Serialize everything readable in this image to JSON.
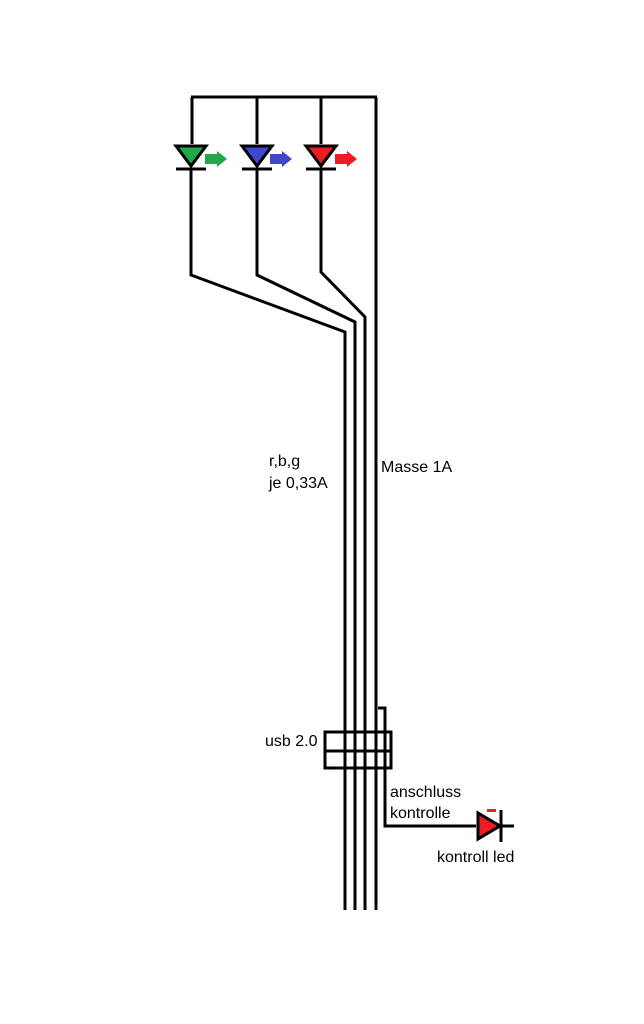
{
  "labels": {
    "rbg_line1": "r,b,g",
    "rbg_line2": "je 0,33A",
    "masse": "Masse 1A",
    "usb": "usb 2.0",
    "anschluss_line1": "anschluss",
    "anschluss_line2": "kontrolle",
    "kontroll_led": "kontroll led"
  },
  "leds": [
    {
      "name": "led-green",
      "color": "#22a84a"
    },
    {
      "name": "led-blue",
      "color": "#3f48cc"
    },
    {
      "name": "led-red",
      "color": "#ed1c24"
    }
  ],
  "kontroll_led_color": "#ed1c24",
  "wire_color": "#000000"
}
